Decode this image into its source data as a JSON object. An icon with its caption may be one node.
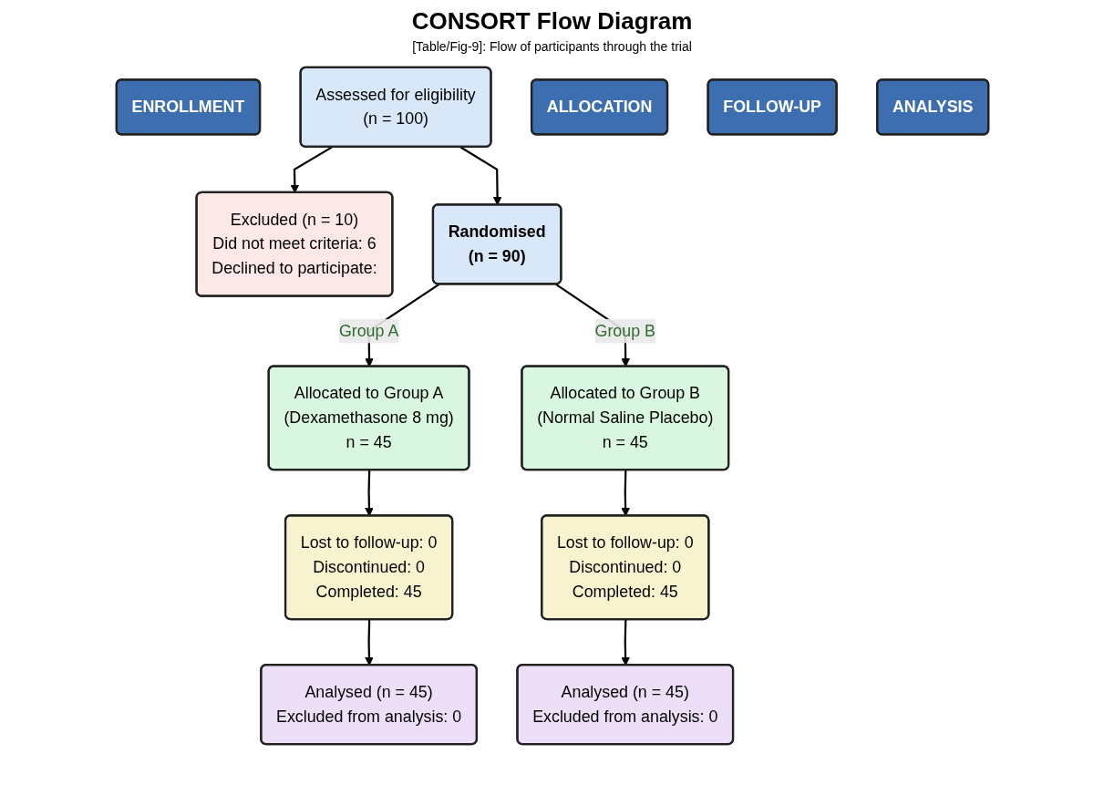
{
  "diagram": {
    "title": "CONSORT Flow Diagram",
    "caption": "[Table/Fig-9]: Flow of participants through the trial",
    "nodes": [
      {
        "text": [
          "ENROLLMENT"
        ]
      },
      {
        "text": [
          "Assessed for eligibility",
          "(n = 100)"
        ]
      },
      {
        "text": [
          "Excluded (n = 10)",
          "Did not meet criteria: 6",
          "Declined to participate:"
        ]
      },
      {
        "text": [
          "Randomised",
          "(n = 90)"
        ]
      },
      {
        "text": [
          "ALLOCATION"
        ]
      },
      {
        "text": [
          "Allocated to Group A",
          "(Dexamethasone 8 mg)",
          "n = 45"
        ]
      },
      {
        "text": [
          "Allocated to Group B",
          "(Normal Saline Placebo)",
          "n = 45"
        ]
      },
      {
        "text": [
          "FOLLOW-UP"
        ]
      },
      {
        "text": [
          "Lost to follow-up: 0",
          "Discontinued: 0",
          "Completed: 45"
        ]
      },
      {
        "text": [
          "Lost to follow-up: 0",
          "Discontinued: 0",
          "Completed: 45"
        ]
      },
      {
        "text": [
          "ANALYSIS"
        ]
      },
      {
        "text": [
          "Analysed (n = 45)",
          "Excluded from analysis: 0"
        ]
      },
      {
        "text": [
          "Analysed (n = 45)",
          "Excluded from analysis: 0"
        ]
      }
    ],
    "edges": [
      {
        "from": 1,
        "to": 3,
        "arrow": "to"
      },
      {
        "from": 1,
        "to": 2,
        "arrow": "to"
      },
      {
        "from": 3,
        "to": 5,
        "arrow": "to",
        "label": "Group A"
      },
      {
        "from": 3,
        "to": 6,
        "arrow": "to",
        "label": "Group B"
      },
      {
        "from": 5,
        "to": 8,
        "arrow": "to"
      },
      {
        "from": 6,
        "to": 9,
        "arrow": "to"
      },
      {
        "from": 8,
        "to": 11,
        "arrow": "to"
      },
      {
        "from": 9,
        "to": 12,
        "arrow": "to"
      }
    ]
  }
}
